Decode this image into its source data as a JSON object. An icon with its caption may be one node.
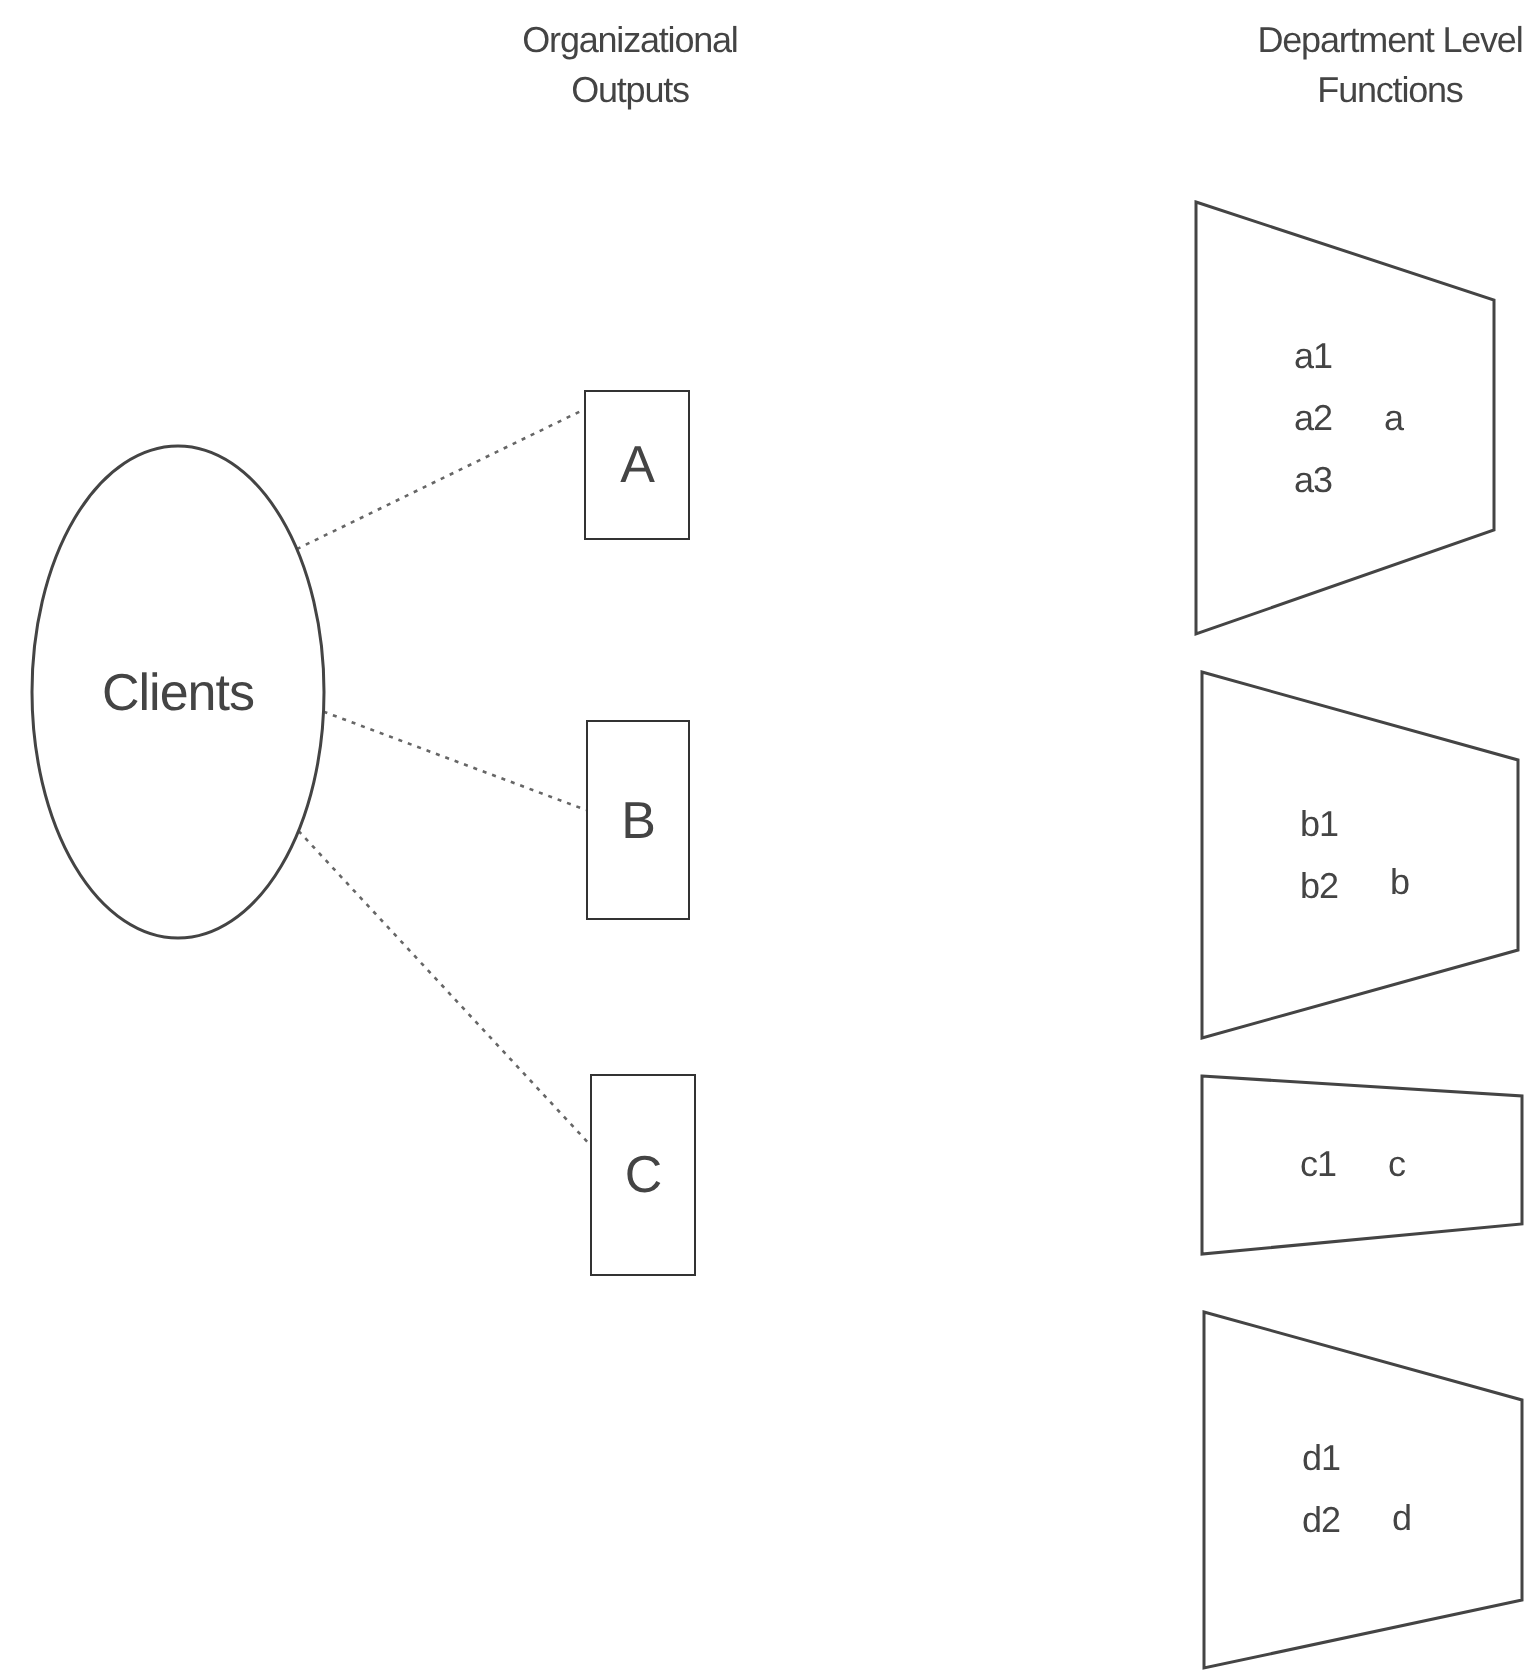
{
  "diagram": {
    "nodes": [
      {
        "text": [
          "Clients"
        ]
      },
      {
        "text": [
          "A"
        ]
      },
      {
        "text": [
          "B"
        ]
      },
      {
        "text": [
          "C"
        ]
      },
      {
        "text": [
          "a1",
          "a2",
          "a3",
          "a"
        ]
      },
      {
        "text": [
          "b1",
          "b2",
          "b"
        ]
      },
      {
        "text": [
          "c1",
          "c"
        ]
      },
      {
        "text": [
          "d1",
          "d2",
          "d"
        ]
      }
    ],
    "edges": [
      {
        "from": 0,
        "to": 1,
        "arrow": "none",
        "style": "dashed"
      },
      {
        "from": 0,
        "to": 2,
        "arrow": "none",
        "style": "dashed"
      },
      {
        "from": 0,
        "to": 3,
        "arrow": "none",
        "style": "dashed"
      }
    ],
    "labels": [
      "Organizational Outputs",
      "Department Level Functions"
    ]
  }
}
